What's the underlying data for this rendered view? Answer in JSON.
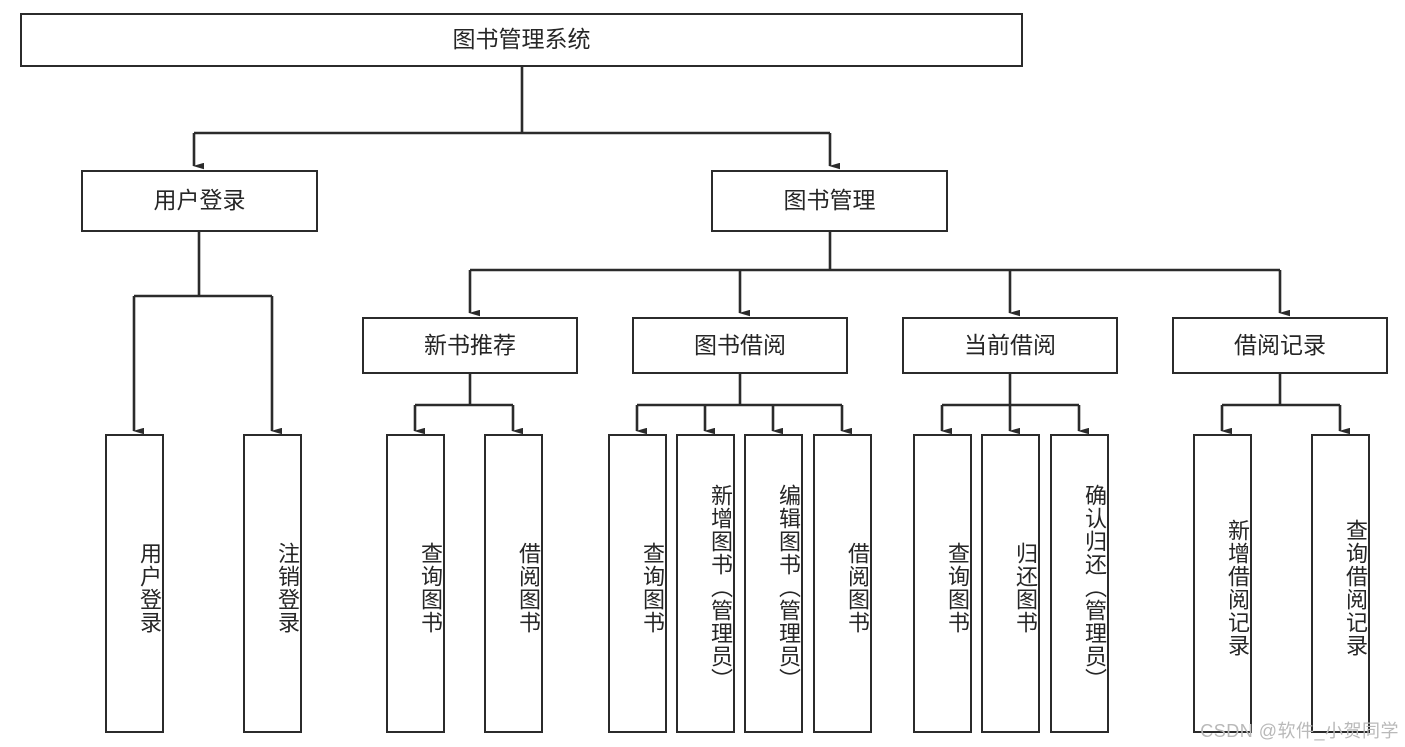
{
  "diagram": {
    "title": "图书管理系统",
    "type": "tree-hierarchy-diagram",
    "watermark": "CSDN @软件_小贺同学",
    "colors": {
      "box_border": "#2b2b2b",
      "box_fill": "#ffffff",
      "line": "#2b2b2b",
      "text": "#262626",
      "watermark": "#b9b9b9",
      "background": "#ffffff"
    },
    "root": {
      "label": "图书管理系统"
    },
    "level2": [
      {
        "label": "用户登录"
      },
      {
        "label": "图书管理"
      }
    ],
    "level3": [
      {
        "label": "新书推荐"
      },
      {
        "label": "图书借阅"
      },
      {
        "label": "当前借阅"
      },
      {
        "label": "借阅记录"
      }
    ],
    "leaves": {
      "user_login": [
        {
          "label": "用户登录"
        },
        {
          "label": "注销登录"
        }
      ],
      "new_book_recommend": [
        {
          "label": "查询图书"
        },
        {
          "label": "借阅图书"
        }
      ],
      "book_borrow": [
        {
          "label": "查询图书"
        },
        {
          "label": "新增图书（管理员）"
        },
        {
          "label": "编辑图书（管理员）"
        },
        {
          "label": "借阅图书"
        }
      ],
      "current_borrow": [
        {
          "label": "查询图书"
        },
        {
          "label": "归还图书"
        },
        {
          "label": "确认归还（管理员）"
        }
      ],
      "borrow_record": [
        {
          "label": "新增借阅记录"
        },
        {
          "label": "查询借阅记录"
        }
      ]
    }
  }
}
